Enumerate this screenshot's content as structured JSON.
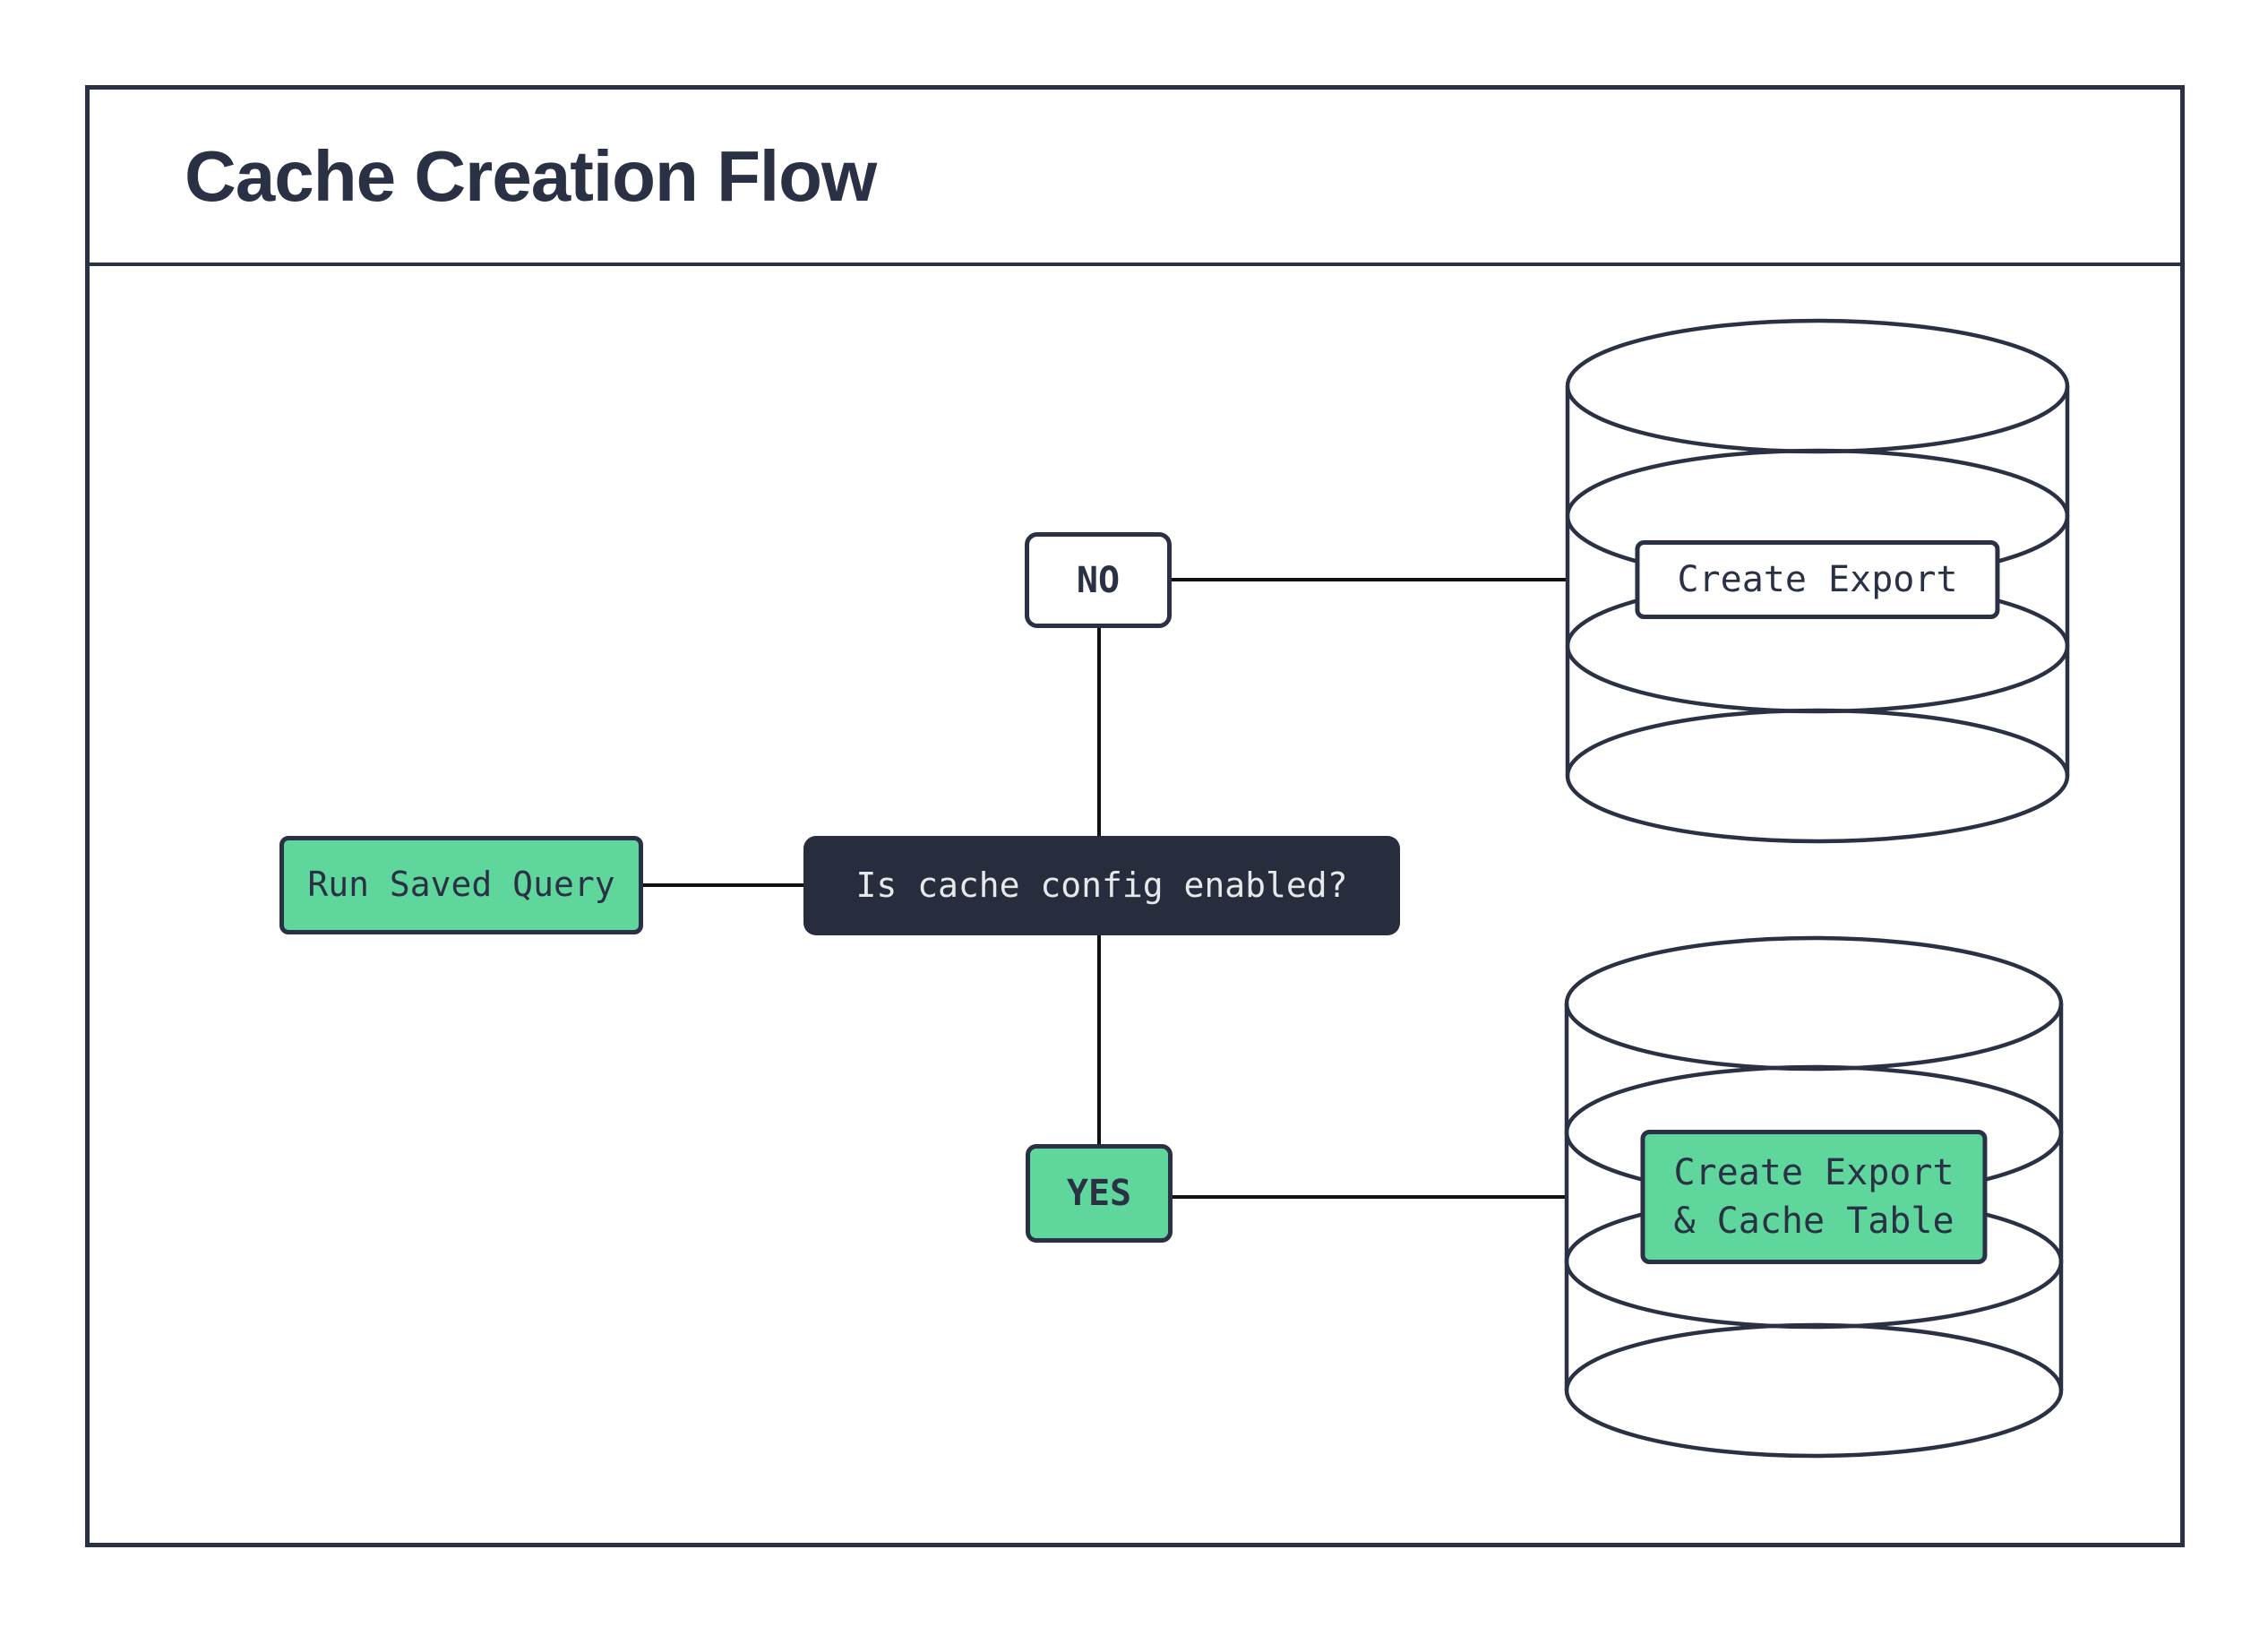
{
  "page": {
    "title": "Cache Creation Flow"
  },
  "colors": {
    "ink": "#2b3144",
    "accent_green": "#5fd69b",
    "decision_fill": "#272d3c",
    "decision_text": "#e6e8ec",
    "connector": "#111111",
    "background": "#ffffff"
  },
  "nodes": {
    "start": {
      "label": "Run Saved Query"
    },
    "decision": {
      "label": "Is cache config enabled?"
    },
    "no_branch": {
      "label": "NO",
      "result": "Create Export"
    },
    "yes_branch": {
      "label": "YES",
      "result_line1": "Create Export",
      "result_line2": "& Cache Table"
    }
  }
}
